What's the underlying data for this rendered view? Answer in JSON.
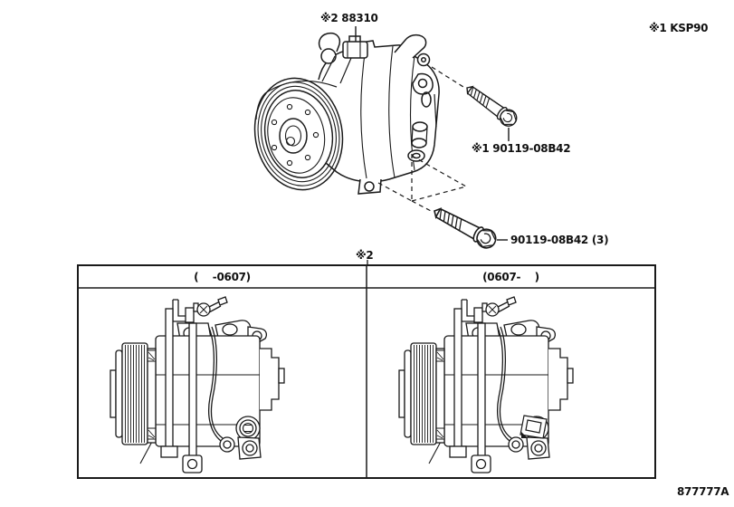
{
  "diagram": {
    "figure_code": "877777A",
    "main_part": {
      "label": "※2 88310"
    },
    "model_note": {
      "label": "※1 KSP90"
    },
    "bolt_upper": {
      "label": "※1 90119-08B42"
    },
    "bolt_lower": {
      "label": "90119-08B42 (3)"
    },
    "variant_box": {
      "note": "※2",
      "left_header": "(    -0607)",
      "right_header": "(0607-    )"
    },
    "colors": {
      "line": "#1a1a1a",
      "background": "#ffffff"
    }
  }
}
